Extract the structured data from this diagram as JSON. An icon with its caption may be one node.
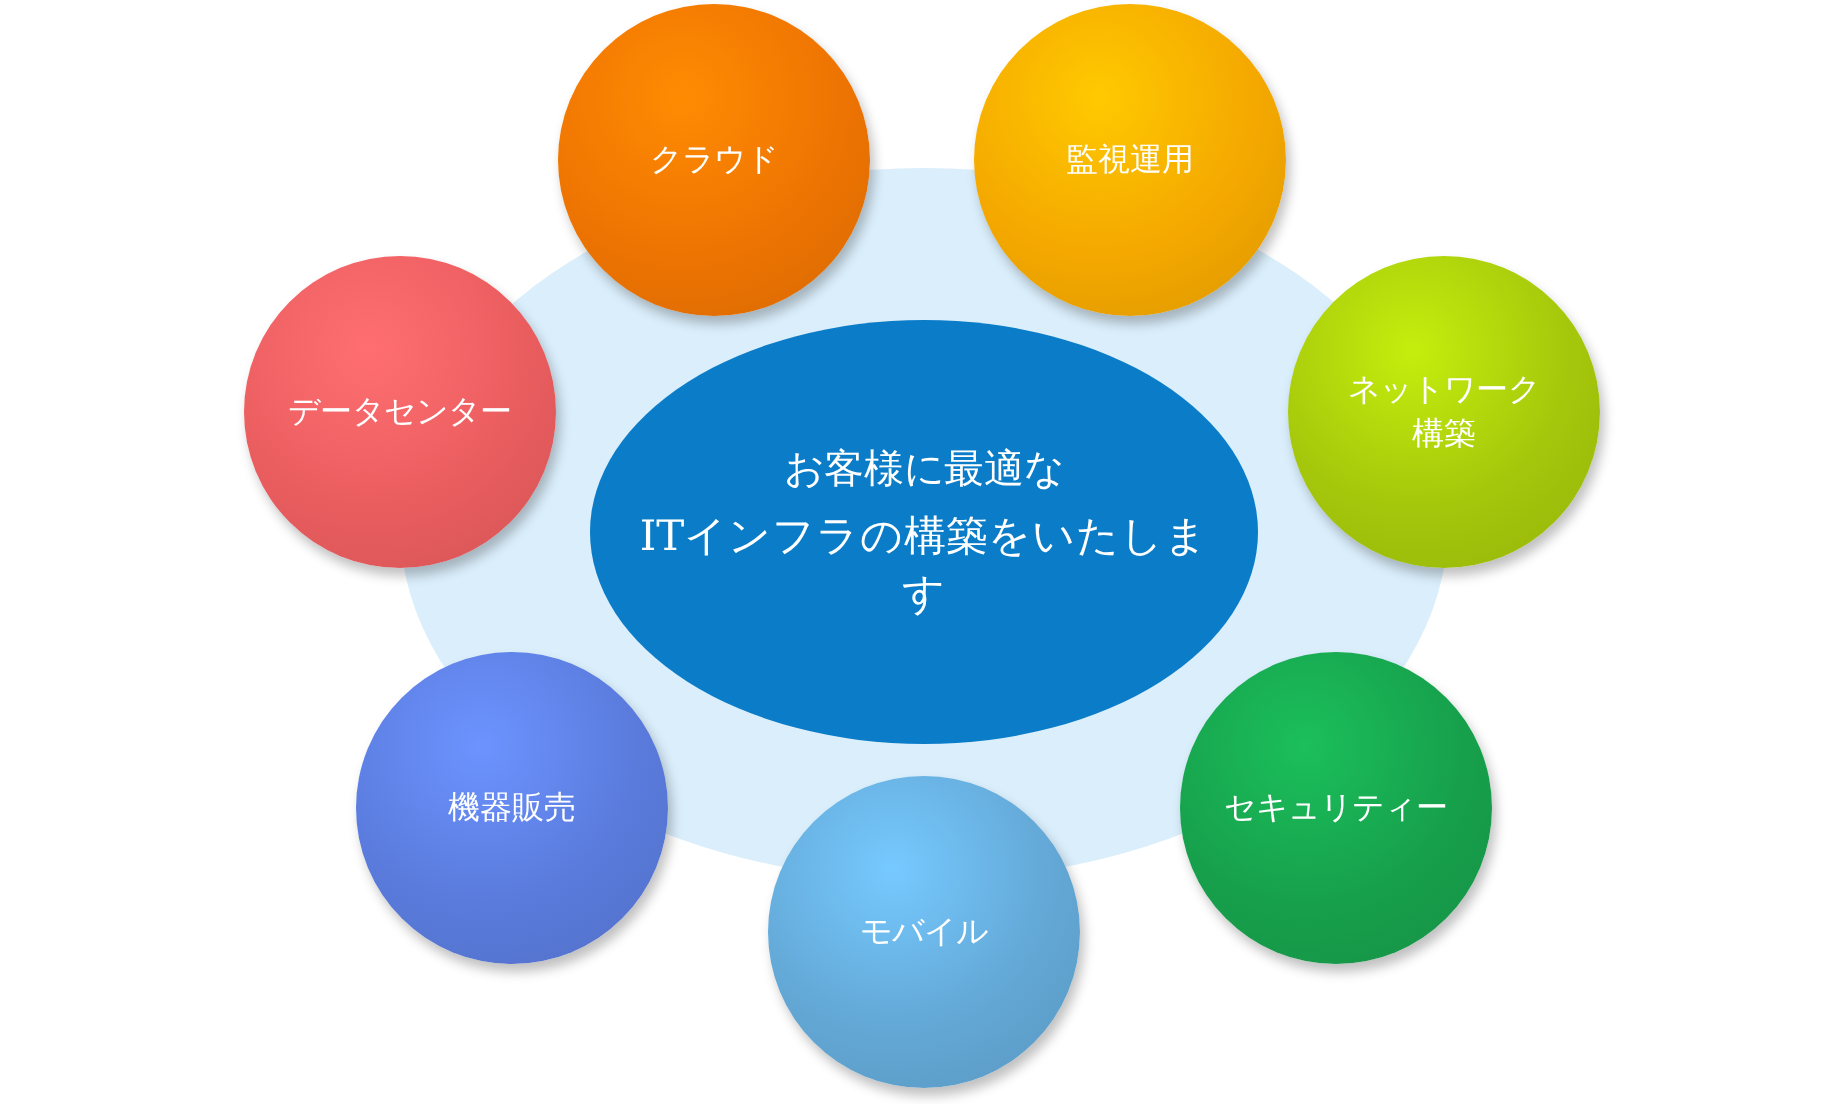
{
  "diagram": {
    "nodes": [
      {
        "text": [
          "お客様に最適な",
          "ITインフラの構築をいたします"
        ]
      },
      {
        "text": [
          "クラウド"
        ]
      },
      {
        "text": [
          "監視運用"
        ]
      },
      {
        "text": [
          "データセンター"
        ]
      },
      {
        "text": [
          "ネットワーク構築"
        ]
      },
      {
        "text": [
          "機器販売"
        ]
      },
      {
        "text": [
          "セキュリティー"
        ]
      },
      {
        "text": [
          "モバイル"
        ]
      }
    ]
  }
}
